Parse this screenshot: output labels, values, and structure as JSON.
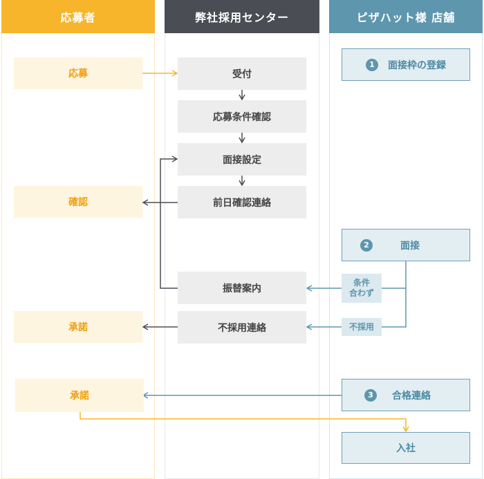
{
  "columns": {
    "applicant": "応募者",
    "center": "弊社採用センター",
    "store": "ピザハット様 店舗"
  },
  "applicant_steps": {
    "apply": "応募",
    "confirm": "確認",
    "accept1": "承諾",
    "accept2": "承諾"
  },
  "center_steps": {
    "reception": "受付",
    "condition_check": "応募条件確認",
    "interview_setup": "面接設定",
    "day_before_contact": "前日確認連絡",
    "reschedule": "振替案内",
    "rejection_contact": "不採用連絡"
  },
  "store_steps": {
    "slot_register": {
      "num": "1",
      "label": "面接枠の登録"
    },
    "interview": {
      "num": "2",
      "label": "面接"
    },
    "offer_contact": {
      "num": "3",
      "label": "合格連絡"
    },
    "join": "入社"
  },
  "branch_labels": {
    "mismatch_line1": "条件",
    "mismatch_line2": "合わず",
    "rejected": "不採用"
  },
  "colors": {
    "applicant": "#f7b52b",
    "center": "#4a4d53",
    "store": "#5e96ad"
  }
}
